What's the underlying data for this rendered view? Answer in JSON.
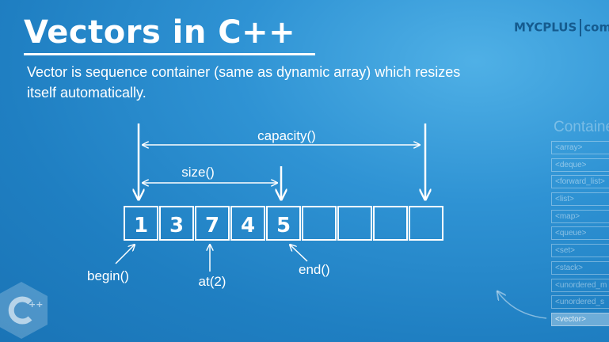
{
  "title": "Vectors in C++",
  "description": "Vector is sequence container (same as dynamic array) which resizes itself automatically.",
  "brand": {
    "name": "MYCPLUS",
    "tld": "com"
  },
  "side_panel": {
    "title": "Containe",
    "items": [
      "<array>",
      "<deque>",
      "<forward_list>",
      "<list>",
      "<map>",
      "<queue>",
      "<set>",
      "<stack>",
      "<unordered_m",
      "<unordered_s",
      "<vector>"
    ],
    "active_index": 10
  },
  "diagram": {
    "cells": [
      "1",
      "3",
      "7",
      "4",
      "5",
      "",
      "",
      "",
      ""
    ],
    "labels": {
      "capacity": "capacity()",
      "size": "size()",
      "begin": "begin()",
      "at": "at(2)",
      "end": "end()"
    }
  },
  "colors": {
    "background": "#2f93d4",
    "foreground": "#ffffff",
    "brand": "#155b8f"
  },
  "icons": [
    "cpp-logo-icon",
    "curved-arrow-icon"
  ]
}
